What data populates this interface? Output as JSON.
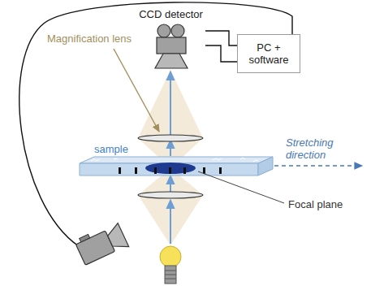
{
  "diagram": {
    "nodes": [
      {
        "text": [
          "CCD detector"
        ]
      },
      {
        "text": [
          "PC + software"
        ]
      }
    ],
    "edges": [
      {
        "from": 0,
        "to": 1,
        "arrow": "none"
      },
      {
        "from": 0,
        "to": 1,
        "arrow": "none"
      }
    ],
    "labels": [
      "Magnification lens",
      "sample",
      "Stretching direction",
      "Focal plane"
    ]
  }
}
